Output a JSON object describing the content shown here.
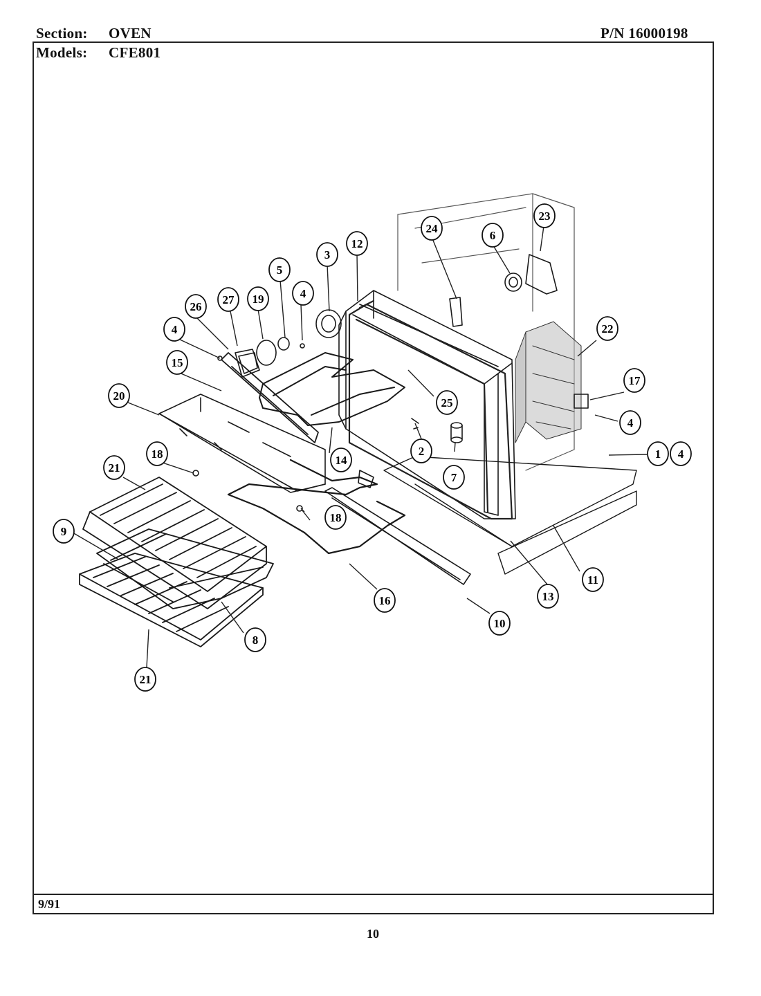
{
  "header": {
    "section_label": "Section:",
    "section_value": "OVEN",
    "models_label": "Models:",
    "models_value": "CFE801",
    "part_number": "P/N 16000198"
  },
  "footer": {
    "date": "9/91",
    "page_number": "10"
  },
  "callouts": [
    {
      "id": "c23",
      "label": "23"
    },
    {
      "id": "c24",
      "label": "24"
    },
    {
      "id": "c6",
      "label": "6"
    },
    {
      "id": "c12",
      "label": "12"
    },
    {
      "id": "c3",
      "label": "3"
    },
    {
      "id": "c5",
      "label": "5"
    },
    {
      "id": "c27",
      "label": "27"
    },
    {
      "id": "c19",
      "label": "19"
    },
    {
      "id": "c4a",
      "label": "4"
    },
    {
      "id": "c26",
      "label": "26"
    },
    {
      "id": "c4b",
      "label": "4"
    },
    {
      "id": "c22",
      "label": "22"
    },
    {
      "id": "c15",
      "label": "15"
    },
    {
      "id": "c17",
      "label": "17"
    },
    {
      "id": "c25",
      "label": "25"
    },
    {
      "id": "c4c",
      "label": "4"
    },
    {
      "id": "c20",
      "label": "20"
    },
    {
      "id": "c2",
      "label": "2"
    },
    {
      "id": "c1",
      "label": "1"
    },
    {
      "id": "c4d",
      "label": "4"
    },
    {
      "id": "c18a",
      "label": "18"
    },
    {
      "id": "c14",
      "label": "14"
    },
    {
      "id": "c21a",
      "label": "21"
    },
    {
      "id": "c7",
      "label": "7"
    },
    {
      "id": "c9",
      "label": "9"
    },
    {
      "id": "c18b",
      "label": "18"
    },
    {
      "id": "c11",
      "label": "11"
    },
    {
      "id": "c13",
      "label": "13"
    },
    {
      "id": "c16",
      "label": "16"
    },
    {
      "id": "c8",
      "label": "8"
    },
    {
      "id": "c10",
      "label": "10"
    },
    {
      "id": "c21b",
      "label": "21"
    }
  ]
}
